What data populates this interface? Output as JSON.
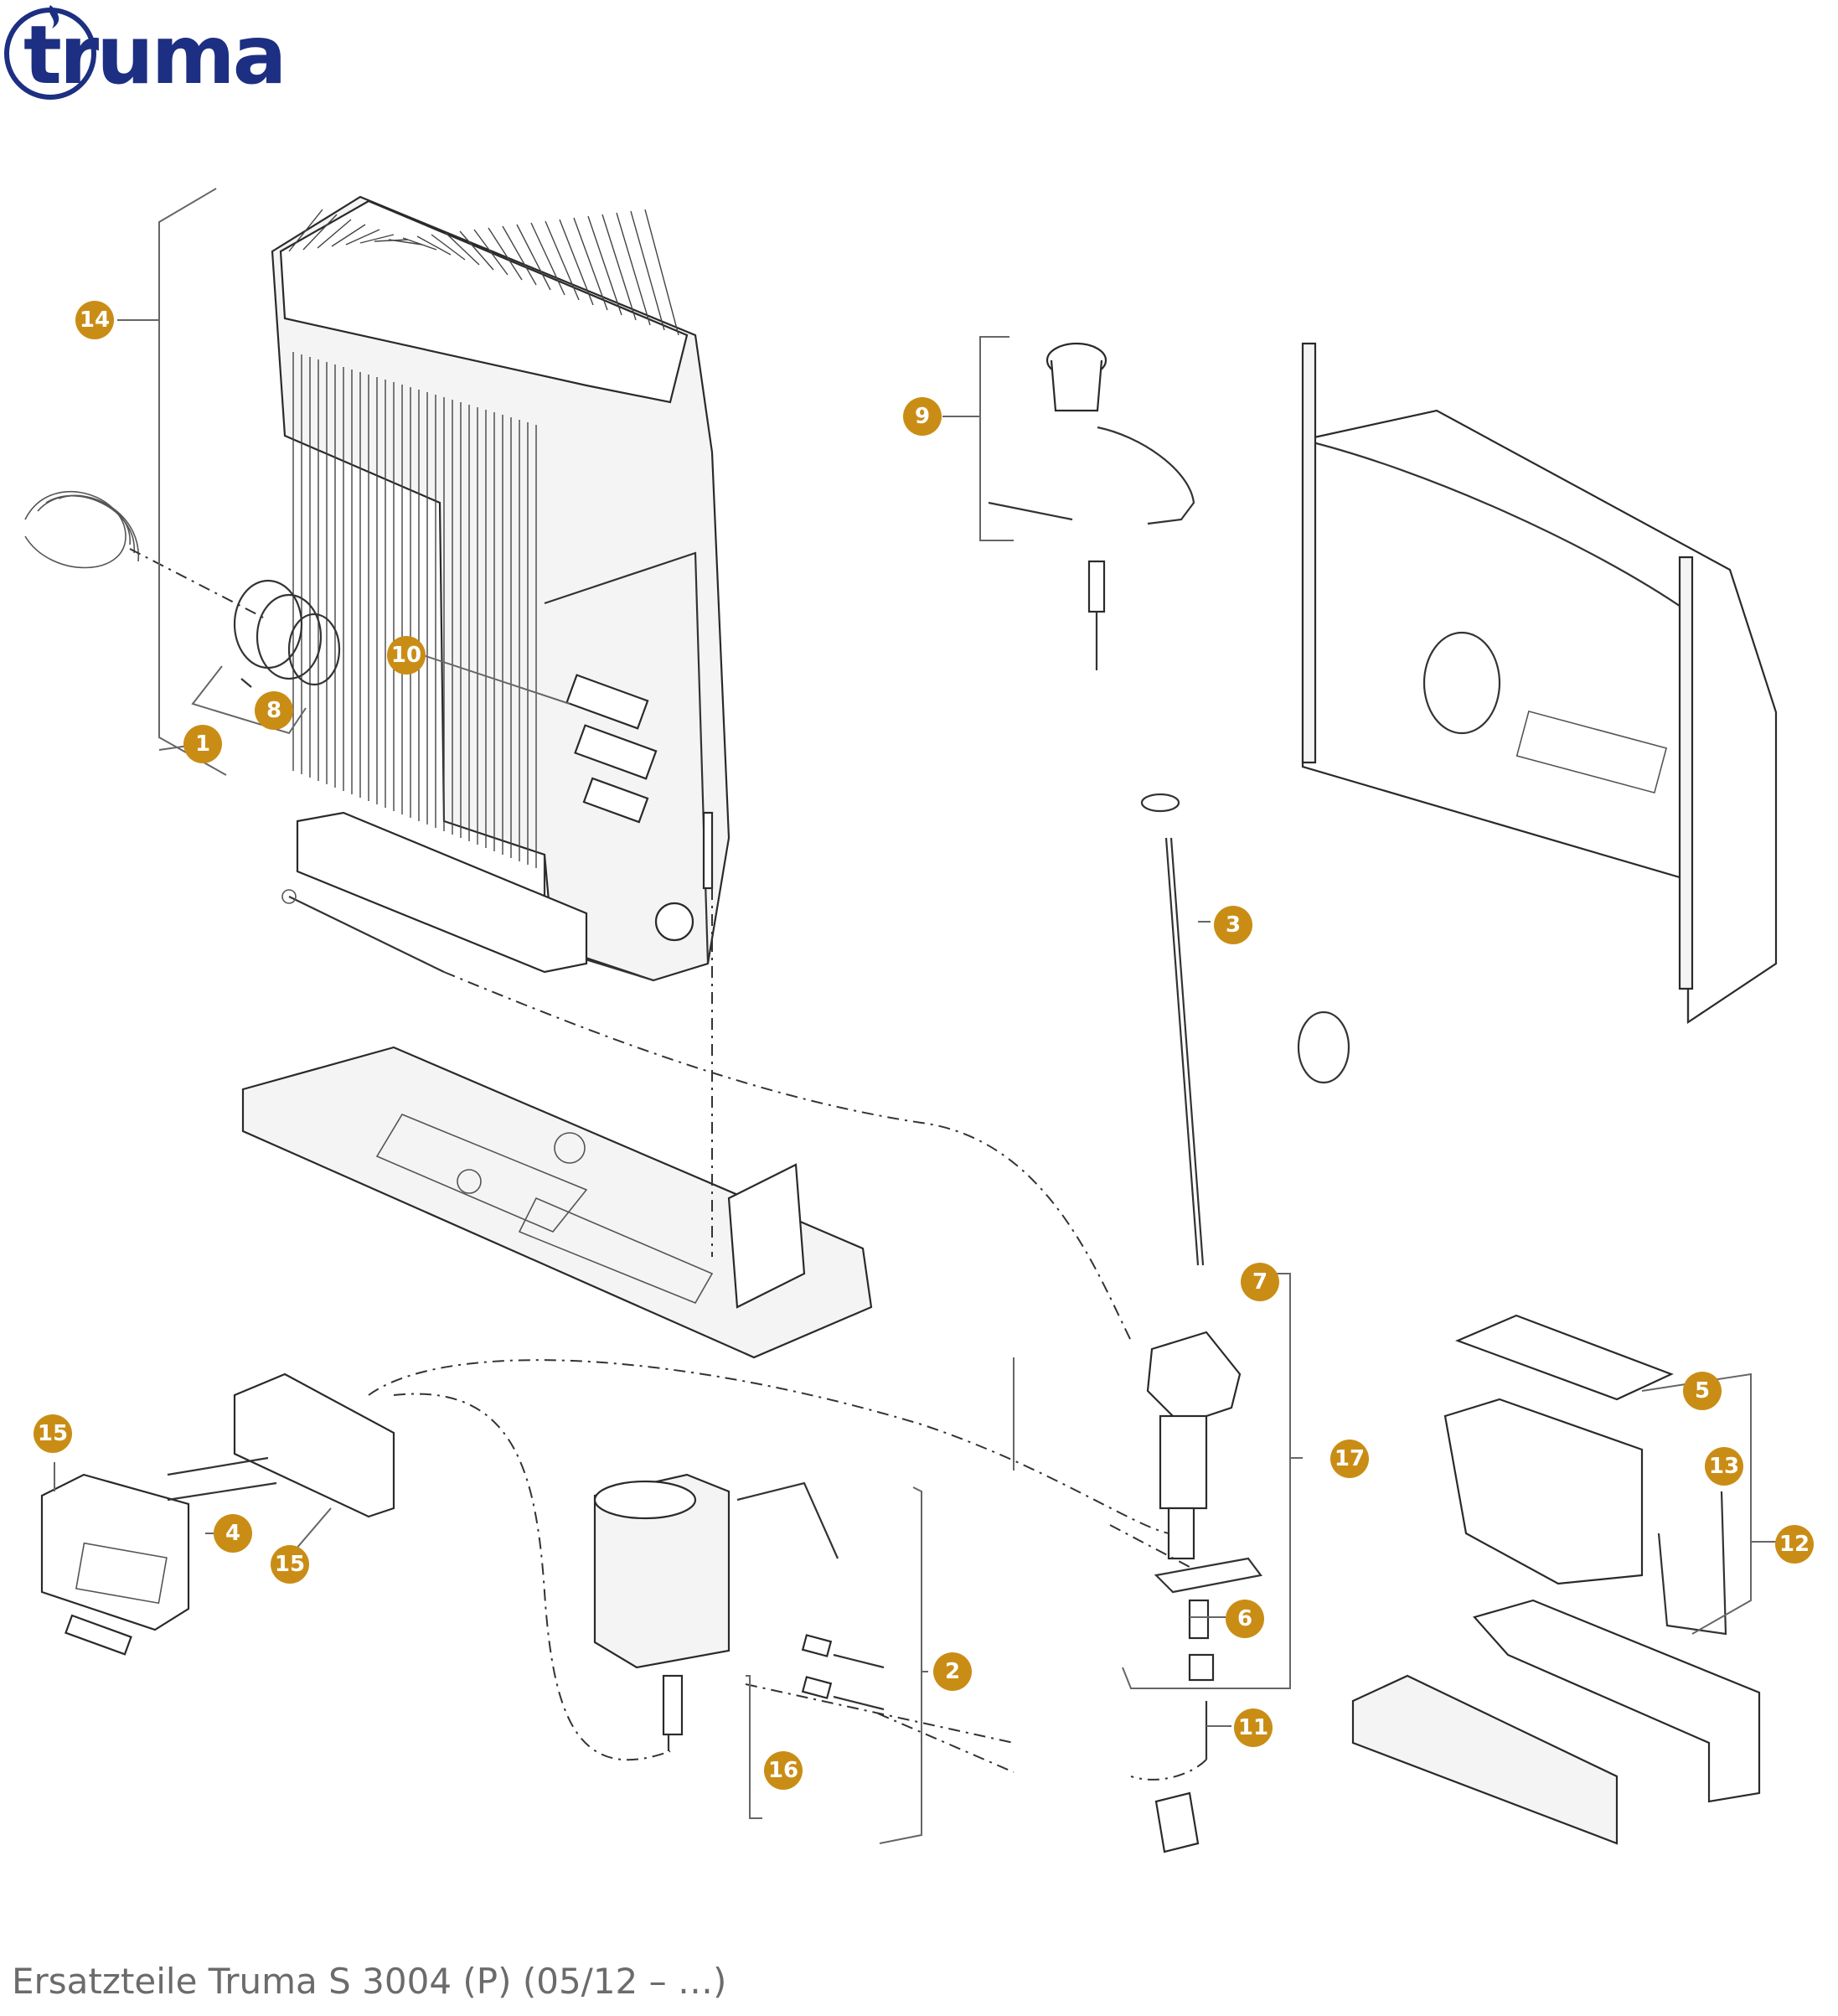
{
  "brand": {
    "name": "truma"
  },
  "caption": "Ersatzteile Truma S 3004 (P) (05/12 – …)",
  "colors": {
    "brand_blue": "#1d2f82",
    "badge": "#c98d16",
    "caption": "#6b6b6b"
  },
  "part_labels": [
    "14",
    "9",
    "10",
    "8",
    "1",
    "3",
    "7",
    "17",
    "5",
    "13",
    "12",
    "15",
    "4",
    "15",
    "6",
    "2",
    "11",
    "16"
  ]
}
